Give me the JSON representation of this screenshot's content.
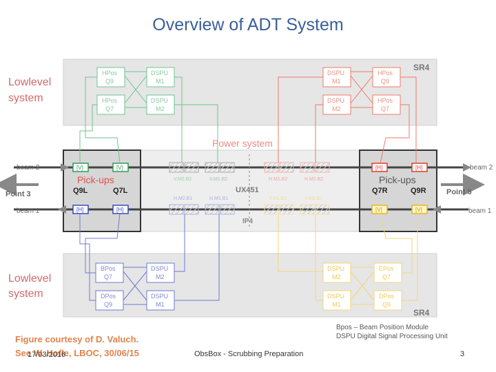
{
  "title": "Overview of ADT System",
  "lowlevel_top": "Lowlevel system",
  "lowlevel_bottom": "Lowlevel system",
  "sr4_top": "SR4",
  "sr4_bottom": "SR4",
  "power_system": "Power system",
  "pickups_left": "Pick-ups",
  "pickups_right": "Pick-ups",
  "beam2_left": "beam 2",
  "beam2_right": "beam 2",
  "beam1_left": "beam 1",
  "beam1_right": "beam 1",
  "point3": "Point 3",
  "point5": "Point 5",
  "ux451": "UX451",
  "ip4": "IP4",
  "q9l": "Q9L",
  "q7l": "Q7L",
  "q7r": "Q7R",
  "q9r": "Q9R",
  "pu_vertical": "[V]",
  "pu_horizontal": "[H]",
  "kicker_labels": {
    "v_m2_b2": "V.M2.B2",
    "v_m1_b2": "V.M1.B2",
    "h_m1_b2": "H.M1.B2",
    "h_m2_b2": "H.M2.B2",
    "h_m2_b1": "H.M2.B1",
    "h_m1_b1": "H.M1.B1",
    "v_m1_b1": "V.M1.B1",
    "v_m2_b1": "V.M2.B1"
  },
  "boxes": {
    "tl_bpos_q9": [
      "HPos",
      "Q9"
    ],
    "tl_dspu_m1": [
      "DSPU",
      "M1"
    ],
    "tl_hpos_q7": [
      "HPos",
      "Q7"
    ],
    "tl_dspu_m2": [
      "DSPU",
      "M2"
    ],
    "tr_dspu_m1": [
      "DSPU",
      "M1"
    ],
    "tr_hpos_q9": [
      "HPos",
      "Q9"
    ],
    "tr_dspu_m2": [
      "DSPU",
      "M2"
    ],
    "tr_hpos_q7": [
      "HPos",
      "Q7"
    ],
    "bl_bpos_q7": [
      "BPos",
      "Q7"
    ],
    "bl_dspu_m2": [
      "DSPU",
      "M2"
    ],
    "bl_dpos_q9": [
      "DPos",
      "Q9"
    ],
    "bl_dspu_m1": [
      "DSPU",
      "M1"
    ],
    "br_dspu_m2": [
      "DSPU",
      "M2"
    ],
    "br_epos_q7": [
      "EPos",
      "Q7"
    ],
    "br_dspu_m1": [
      "DSPU",
      "M1"
    ],
    "br_dpos_q9": [
      "DPos",
      "Q9"
    ]
  },
  "legend_line1": "Bpos – Beam Position Module",
  "legend_line2": "DSPU   Digital Signal Processing Unit",
  "credit_line1": "Figure courtesy of D. Valuch.",
  "credit_line2": "See W. Hofle, LBOC, 30/06/15",
  "date": "17/03/2016",
  "footer": "ObsBox - Scrubbing Preparation",
  "page_number": "3",
  "colors": {
    "title": "#3a5f9a",
    "green": "#6cc48f",
    "red": "#ec5a4a",
    "blue": "#4656c8",
    "yellow": "#f2d14a",
    "gray_panel": "#e3e3e3",
    "credit": "#e0834a"
  }
}
